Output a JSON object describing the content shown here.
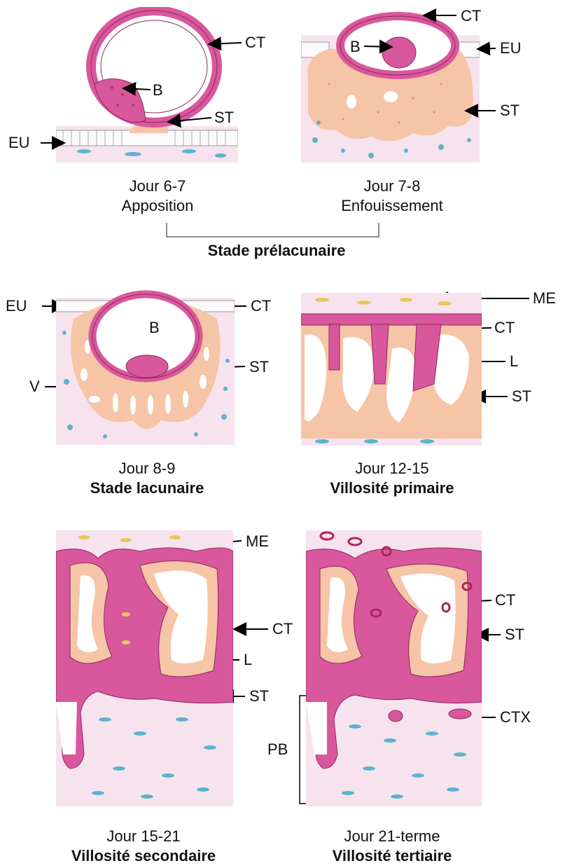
{
  "labels": {
    "CT": "CT",
    "B": "B",
    "ST": "ST",
    "EU": "EU",
    "V": "V",
    "ME": "ME",
    "L": "L",
    "PB": "PB",
    "CTX": "CTX"
  },
  "panels": [
    {
      "day": "Jour 6-7",
      "stage": "Apposition"
    },
    {
      "day": "Jour 7-8",
      "stage": "Enfouissement"
    },
    {
      "day": "Jour 8-9",
      "stage": "Stade lacunaire"
    },
    {
      "day": "Jour 12-15",
      "stage": "Villosité primaire"
    },
    {
      "day": "Jour 15-21",
      "stage": "Villosité secondaire"
    },
    {
      "day": "Jour 21-terme",
      "stage": "Villosité tertiaire"
    }
  ],
  "group_label": "Stade prélacunaire",
  "colors": {
    "cytotrophoblast": "#d9579c",
    "syncytiotrophoblast": "#f6c4a6",
    "stroma": "#f7e3ee",
    "stroma_cell": "#5db3d0",
    "mesoderm_cell": "#e8c85a",
    "epithelium": "#ffffff"
  }
}
